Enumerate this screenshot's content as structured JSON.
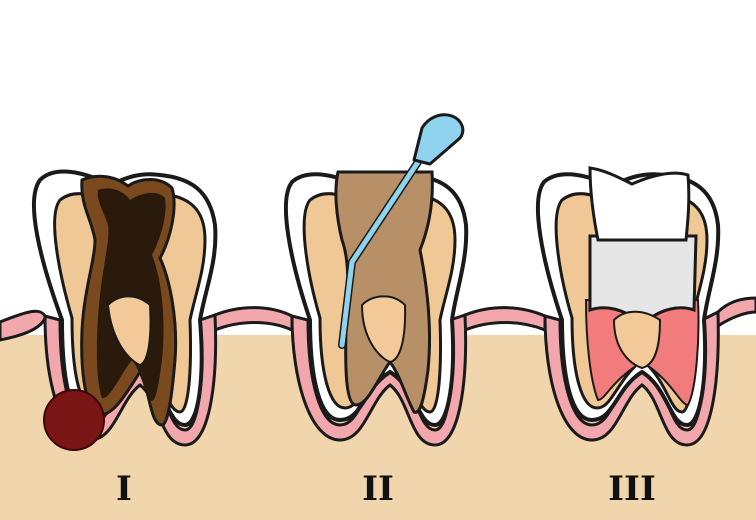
{
  "colors": {
    "background": "#ffffff",
    "gum": "#f2a7ad",
    "gum_outline": "#1a1a1a",
    "bone": "#f1d6ad",
    "enamel": "#ffffff",
    "dentin": "#f0c896",
    "pulp_healthy": "#f3c99a",
    "decay_dark": "#2a1a0c",
    "decay_brown": "#7a4a1e",
    "cleaned_canal": "#b89068",
    "abscess": "#7a1515",
    "instrument": "#8fd3ee",
    "filling_white": "#ffffff",
    "filling_grey": "#e6e6e6",
    "filling_red": "#f27c7c"
  },
  "stages": [
    {
      "numeral": "I",
      "depicts": "infected-tooth"
    },
    {
      "numeral": "II",
      "depicts": "canal-cleaning"
    },
    {
      "numeral": "III",
      "depicts": "filled-tooth"
    }
  ]
}
